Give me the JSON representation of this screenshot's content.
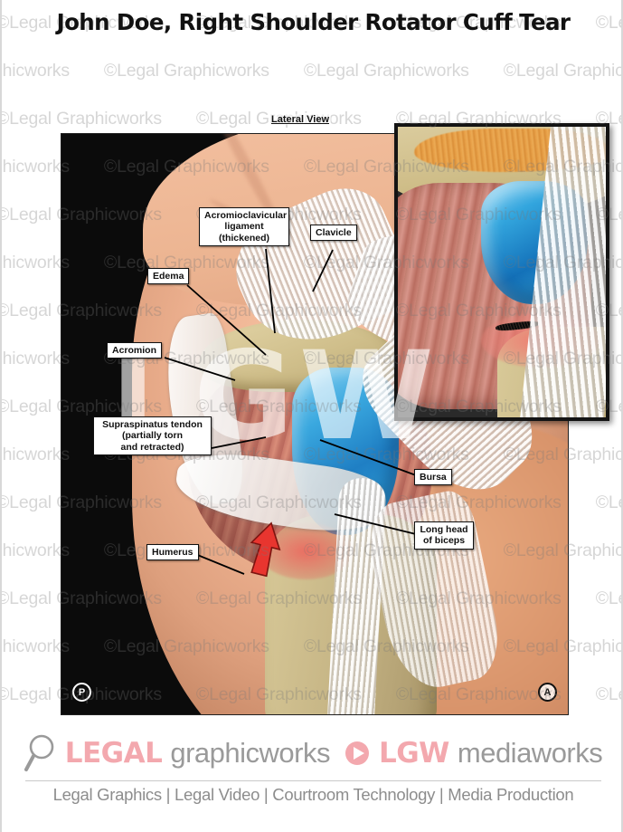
{
  "document": {
    "title": "John Doe, Right Shoulder Rotator Cuff Tear",
    "view_caption": "Lateral View"
  },
  "watermark": {
    "text": "©Legal Graphicworks",
    "overlay_text": "LGW"
  },
  "illustration": {
    "callouts": [
      {
        "id": "acromioclavicular-ligament",
        "lines": [
          "Acromioclavicular",
          "ligament",
          "(thickened)"
        ]
      },
      {
        "id": "clavicle",
        "lines": [
          "Clavicle"
        ]
      },
      {
        "id": "edema",
        "lines": [
          "Edema"
        ]
      },
      {
        "id": "acromion",
        "lines": [
          "Acromion"
        ]
      },
      {
        "id": "supraspinatus-tendon",
        "lines": [
          "Supraspinatus tendon",
          "(partially torn",
          "and retracted)"
        ]
      },
      {
        "id": "bursa",
        "lines": [
          "Bursa"
        ]
      },
      {
        "id": "long-head-of-biceps",
        "lines": [
          "Long head",
          "of biceps"
        ]
      },
      {
        "id": "humerus",
        "lines": [
          "Humerus"
        ]
      }
    ],
    "orientation_markers": [
      {
        "id": "posterior",
        "label": "P"
      },
      {
        "id": "anterior",
        "label": "A"
      }
    ]
  },
  "footer": {
    "brand_primary_word": "LEGAL",
    "brand_primary_suffix": "graphicworks",
    "brand_secondary_word": "LGW",
    "brand_secondary_suffix": "mediaworks",
    "tagline": "Legal Graphics | Legal Video | Courtroom Technology | Media Production"
  },
  "colors": {
    "brand_pink": "#f3a8ae",
    "brand_gray": "#9a9a9a",
    "bursa_blue": "#2f9ed6",
    "bone_tan": "#cfbe8a",
    "muscle_red": "#c0766a"
  }
}
